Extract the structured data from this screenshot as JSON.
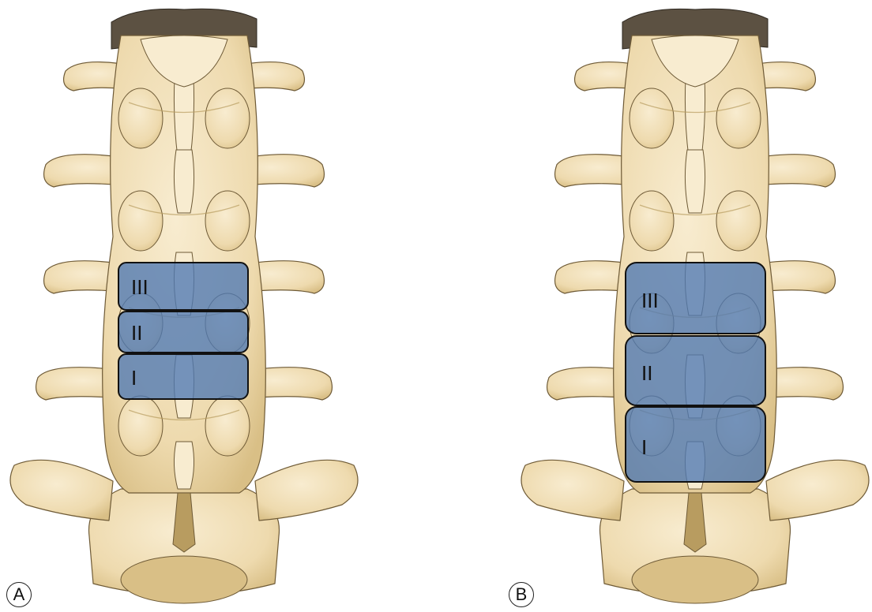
{
  "colors": {
    "bone": "#eedaae",
    "bone_shade": "#d9bf86",
    "bone_dark": "#b89c60",
    "bone_light": "#f8ecd0",
    "outline": "#6e5a36",
    "disc": "#5c5142",
    "zone_fill": "#4e79b4",
    "zone_stroke": "#111111"
  },
  "panels": [
    {
      "label": "A",
      "zones": [
        {
          "label": "III"
        },
        {
          "label": "II"
        },
        {
          "label": "I"
        }
      ]
    },
    {
      "label": "B",
      "zones": [
        {
          "label": "III"
        },
        {
          "label": "II"
        },
        {
          "label": "I"
        }
      ]
    }
  ]
}
